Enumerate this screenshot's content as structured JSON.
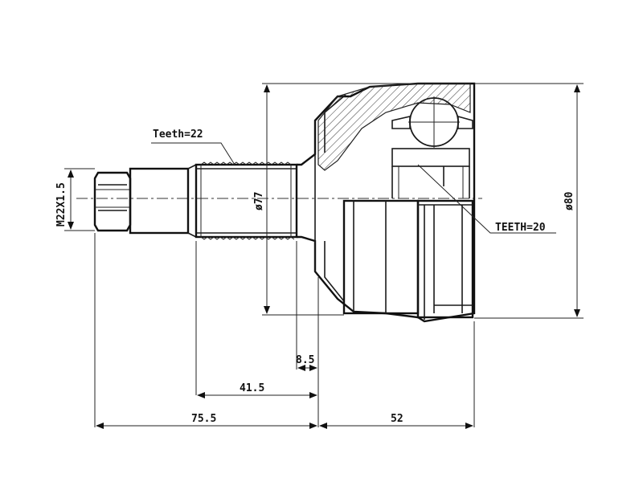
{
  "colors": {
    "line": "#1a1a1a",
    "background": "#ffffff",
    "hatch": "#333333"
  },
  "callouts": {
    "teeth_left": "Teeth=22",
    "teeth_right": "TEETH=20"
  },
  "dimensions": {
    "thread": "M22X1.5",
    "shaft_diameter": "ø77",
    "housing_diameter": "ø80",
    "shoulder": "8.5",
    "spline_length": "41.5",
    "stub_length": "75.5",
    "housing_length": "52"
  }
}
